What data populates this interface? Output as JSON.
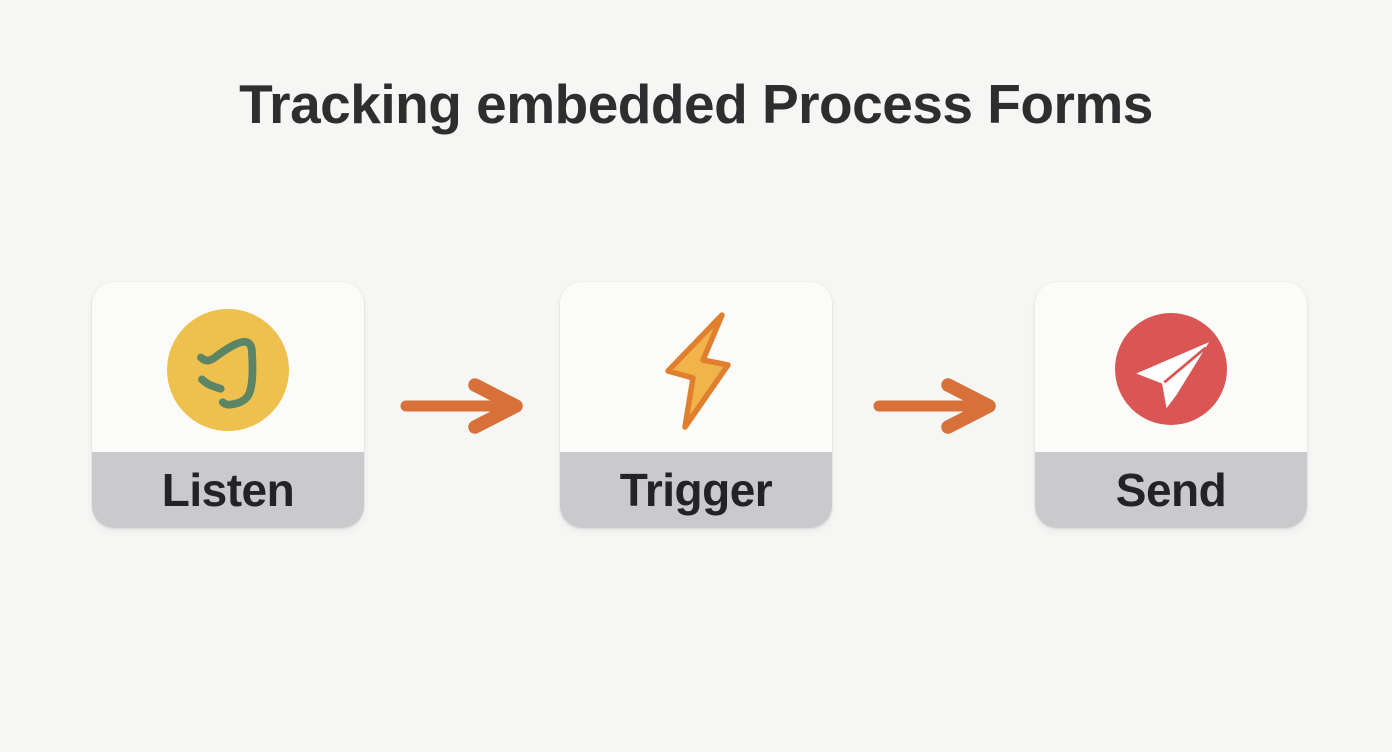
{
  "title": "Tracking embedded Process Forms",
  "flow": {
    "steps": [
      {
        "id": "listen",
        "label": "Listen",
        "icon": "ear-icon",
        "icon_circle_color": "#EEC14F",
        "icon_color": "#5B8565"
      },
      {
        "id": "trigger",
        "label": "Trigger",
        "icon": "lightning-bolt-icon",
        "icon_fill_color": "#F1B44B",
        "icon_outline_color": "#E0802F"
      },
      {
        "id": "send",
        "label": "Send",
        "icon": "paper-plane-icon",
        "icon_circle_color": "#DA5654",
        "icon_color": "#FFFFFF"
      }
    ],
    "arrow_color": "#D8703A"
  },
  "colors": {
    "background": "#F6F6F5",
    "card_background": "#FBFBFA",
    "label_bar": "#CACACC",
    "title_text": "#2E2E30",
    "label_text": "#232326"
  }
}
